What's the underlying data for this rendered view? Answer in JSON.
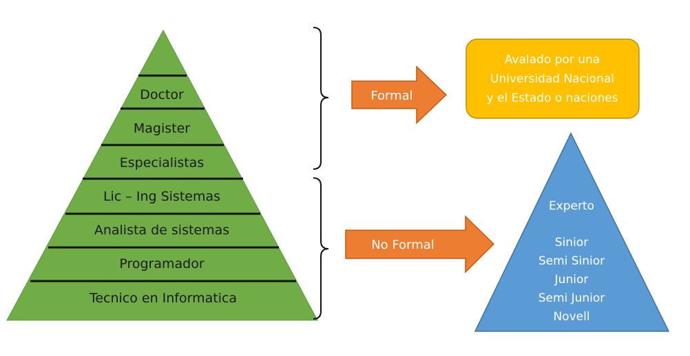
{
  "pyramid": {
    "levels": [
      "Doctor",
      "Magister",
      "Especialistas",
      "Lic – Ing Sistemas",
      "Analista de sistemas",
      "Programador",
      "Tecnico en Informatica"
    ]
  },
  "arrows": {
    "formal": "Formal",
    "no_formal": "No Formal"
  },
  "formal_box": {
    "lines": [
      "Avalado por una",
      "Universidad Nacional",
      "y el Estado o naciones"
    ]
  },
  "experience_triangle": {
    "top": "Experto",
    "levels": [
      "Sinior",
      "Semi Sinior",
      "Junior",
      "Semi Junior",
      "Novell"
    ]
  },
  "colors": {
    "pyramid_green": "#70AD47",
    "arrow_orange": "#ED7D31",
    "box_gold": "#FFC000",
    "triangle_blue": "#5B9BD5"
  }
}
